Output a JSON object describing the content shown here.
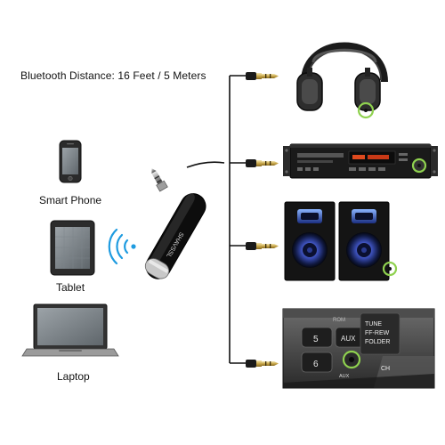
{
  "title": "Bluetooth Distance: 16 Feet / 5 Meters",
  "devices": {
    "phone": "Smart Phone",
    "tablet": "Tablet",
    "laptop": "Laptop"
  },
  "receiver": {
    "brand": "SHAVSSL"
  },
  "car_panel": {
    "buttons": [
      "5",
      "6",
      "AUX"
    ],
    "aux_port_label": "AUX",
    "tune_label": [
      "TUNE",
      "FF-REW",
      "FOLDER"
    ],
    "ch_label": "CH",
    "rom_label": "ROM"
  },
  "colors": {
    "accent_ring": "#8fd14f",
    "bluetooth_signal": "#1e9be0"
  },
  "icons": [
    "smartphone-icon",
    "tablet-icon",
    "laptop-icon",
    "bluetooth-signal-icon",
    "bluetooth-receiver-icon",
    "headphones-icon",
    "cd-player-icon",
    "speakers-icon",
    "car-stereo-icon",
    "aux-plug-icon"
  ]
}
